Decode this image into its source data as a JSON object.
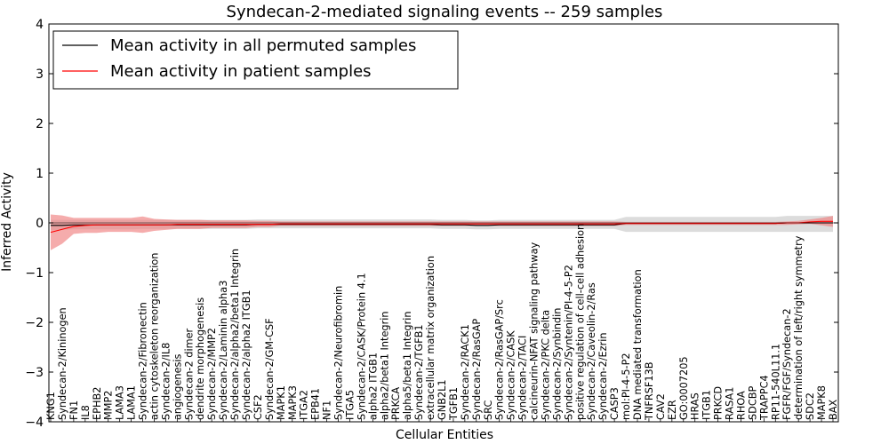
{
  "chart_data": {
    "type": "line",
    "title": "Syndecan-2-mediated signaling events -- 259 samples",
    "xlabel": "Cellular Entities",
    "ylabel": "Inferred Activity",
    "ylim": [
      -4,
      4
    ],
    "yticks": [
      "−4",
      "−3",
      "−2",
      "−1",
      "0",
      "1",
      "2",
      "3",
      "4"
    ],
    "grid": false,
    "legend_position": "top-left",
    "categories": [
      "KNG1",
      "Syndecan-2/Kininogen",
      "FN1",
      "IL8",
      "EPHB2",
      "MMP2",
      "LAMA3",
      "LAMA1",
      "Syndecan-2/Fibronectin",
      "actin cytoskeleton reorganization",
      "Syndecan-2/IL8",
      "angiogenesis",
      "Syndecan-2 dimer",
      "dendrite morphogenesis",
      "Syndecan-2/MMP2",
      "Syndecan-2/Laminin alpha3",
      "Syndecan-2/alpha2/beta1 Integrin",
      "Syndecan-2/alpha2 ITGB1",
      "CSF2",
      "Syndecan-2/GM-CSF",
      "MAPK1",
      "MAPK3",
      "ITGA2",
      "EPB41",
      "NF1",
      "Syndecan-2/Neurofibromin",
      "ITGA5",
      "Syndecan-2/CASK/Protein 4.1",
      "alpha2 ITGB1",
      "alpha2/beta1 Integrin",
      "PRKCA",
      "alpha5/beta1 Integrin",
      "Syndecan-2/TGFB1",
      "extracellular matrix organization",
      "GNB2L1",
      "TGFB1",
      "Syndecan-2/RACK1",
      "Syndecan-2/RasGAP",
      "SRC",
      "Syndecan-2/RasGAP/Src",
      "Syndecan-2/CASK",
      "Syndecan-2/TACI",
      "calcineurin-NFAT signaling pathway",
      "Syndecan-2/PKC delta",
      "Syndecan-2/Synbindin",
      "Syndecan-2/Syntenin/PI-4-5-P2",
      "positive regulation of cell-cell adhesion",
      "Syndecan-2/Caveolin-2/Ras",
      "Syndecan-2/Ezrin",
      "CASP3",
      "mol:PI-4-5-P2",
      "DNA mediated transformation",
      "TNFRSF13B",
      "CAV2",
      "EZR",
      "GO:0007205",
      "HRAS",
      "ITGB1",
      "PRKCD",
      "RASA1",
      "RHOA",
      "SDCBP",
      "TRAPPC4",
      "RP11-540L11.1",
      "FGFR/FGF/Syndecan-2",
      "determination of left/right symmetry",
      "SDC2",
      "MAPK8",
      "BAX"
    ],
    "series": [
      {
        "name": "Mean activity in all permuted samples",
        "color": "#000000",
        "values": [
          -0.05,
          -0.05,
          -0.04,
          -0.04,
          -0.04,
          -0.04,
          -0.04,
          -0.04,
          -0.04,
          -0.04,
          -0.04,
          -0.04,
          -0.04,
          -0.04,
          -0.04,
          -0.04,
          -0.04,
          -0.04,
          -0.03,
          -0.03,
          -0.03,
          -0.03,
          -0.03,
          -0.03,
          -0.03,
          -0.03,
          -0.03,
          -0.03,
          -0.03,
          -0.03,
          -0.03,
          -0.03,
          -0.03,
          -0.03,
          -0.04,
          -0.04,
          -0.04,
          -0.05,
          -0.05,
          -0.04,
          -0.04,
          -0.04,
          -0.04,
          -0.04,
          -0.04,
          -0.04,
          -0.04,
          -0.04,
          -0.04,
          -0.04,
          -0.01,
          -0.01,
          -0.01,
          -0.01,
          -0.01,
          -0.01,
          -0.01,
          -0.01,
          -0.01,
          -0.01,
          -0.01,
          -0.01,
          -0.01,
          -0.01,
          0.0,
          0.0,
          0.0,
          0.0,
          0.0
        ],
        "band_lower": [
          -0.15,
          -0.14,
          -0.13,
          -0.13,
          -0.13,
          -0.13,
          -0.13,
          -0.13,
          -0.12,
          -0.12,
          -0.12,
          -0.12,
          -0.12,
          -0.12,
          -0.12,
          -0.12,
          -0.12,
          -0.12,
          -0.11,
          -0.11,
          -0.11,
          -0.11,
          -0.11,
          -0.11,
          -0.11,
          -0.11,
          -0.11,
          -0.11,
          -0.11,
          -0.11,
          -0.11,
          -0.11,
          -0.11,
          -0.11,
          -0.12,
          -0.12,
          -0.12,
          -0.13,
          -0.13,
          -0.12,
          -0.12,
          -0.12,
          -0.12,
          -0.12,
          -0.12,
          -0.12,
          -0.12,
          -0.12,
          -0.12,
          -0.12,
          -0.18,
          -0.18,
          -0.18,
          -0.18,
          -0.18,
          -0.18,
          -0.18,
          -0.18,
          -0.18,
          -0.18,
          -0.18,
          -0.18,
          -0.18,
          -0.18,
          -0.18,
          -0.18,
          -0.18,
          -0.18,
          -0.18
        ],
        "band_upper": [
          0.06,
          0.06,
          0.06,
          0.06,
          0.06,
          0.06,
          0.06,
          0.06,
          0.06,
          0.06,
          0.06,
          0.06,
          0.06,
          0.06,
          0.06,
          0.06,
          0.06,
          0.06,
          0.07,
          0.07,
          0.07,
          0.07,
          0.07,
          0.07,
          0.07,
          0.07,
          0.07,
          0.07,
          0.07,
          0.07,
          0.07,
          0.07,
          0.07,
          0.07,
          0.06,
          0.06,
          0.06,
          0.05,
          0.05,
          0.06,
          0.06,
          0.06,
          0.06,
          0.06,
          0.06,
          0.06,
          0.06,
          0.06,
          0.06,
          0.06,
          0.12,
          0.12,
          0.12,
          0.12,
          0.12,
          0.12,
          0.12,
          0.12,
          0.12,
          0.12,
          0.12,
          0.12,
          0.12,
          0.12,
          0.14,
          0.14,
          0.14,
          0.14,
          0.14
        ]
      },
      {
        "name": "Mean activity in patient samples",
        "color": "#ff0000",
        "values": [
          -0.19,
          -0.13,
          -0.07,
          -0.05,
          -0.04,
          -0.04,
          -0.04,
          -0.04,
          -0.04,
          -0.04,
          -0.04,
          -0.03,
          -0.03,
          -0.03,
          -0.03,
          -0.03,
          -0.03,
          -0.03,
          -0.03,
          -0.03,
          -0.02,
          -0.02,
          -0.02,
          -0.02,
          -0.02,
          -0.02,
          -0.02,
          -0.02,
          -0.02,
          -0.02,
          -0.02,
          -0.02,
          -0.02,
          -0.02,
          -0.02,
          -0.02,
          -0.02,
          -0.02,
          -0.02,
          -0.02,
          -0.02,
          -0.02,
          -0.02,
          -0.02,
          -0.02,
          -0.02,
          -0.02,
          -0.02,
          -0.02,
          -0.02,
          -0.01,
          -0.01,
          -0.01,
          -0.01,
          -0.01,
          -0.01,
          -0.01,
          -0.01,
          -0.01,
          -0.01,
          -0.01,
          -0.01,
          -0.01,
          -0.01,
          0.0,
          0.0,
          0.02,
          0.03,
          0.03
        ],
        "band_lower": [
          -0.55,
          -0.42,
          -0.22,
          -0.2,
          -0.2,
          -0.18,
          -0.18,
          -0.18,
          -0.2,
          -0.16,
          -0.14,
          -0.12,
          -0.12,
          -0.12,
          -0.1,
          -0.1,
          -0.1,
          -0.1,
          -0.08,
          -0.08,
          -0.06,
          -0.06,
          -0.06,
          -0.06,
          -0.06,
          -0.06,
          -0.06,
          -0.06,
          -0.06,
          -0.06,
          -0.06,
          -0.06,
          -0.06,
          -0.06,
          -0.06,
          -0.06,
          -0.06,
          -0.06,
          -0.06,
          -0.06,
          -0.06,
          -0.06,
          -0.06,
          -0.06,
          -0.06,
          -0.06,
          -0.06,
          -0.06,
          -0.06,
          -0.06,
          -0.04,
          -0.04,
          -0.04,
          -0.04,
          -0.04,
          -0.04,
          -0.04,
          -0.04,
          -0.04,
          -0.04,
          -0.04,
          -0.04,
          -0.04,
          -0.04,
          -0.04,
          -0.03,
          -0.02,
          -0.05,
          -0.08
        ],
        "band_upper": [
          0.17,
          0.15,
          0.1,
          0.1,
          0.1,
          0.1,
          0.1,
          0.1,
          0.13,
          0.08,
          0.07,
          0.06,
          0.06,
          0.06,
          0.05,
          0.05,
          0.05,
          0.05,
          0.04,
          0.04,
          0.03,
          0.03,
          0.03,
          0.03,
          0.03,
          0.03,
          0.03,
          0.03,
          0.03,
          0.03,
          0.03,
          0.03,
          0.03,
          0.03,
          0.03,
          0.03,
          0.03,
          0.03,
          0.03,
          0.03,
          0.03,
          0.03,
          0.03,
          0.03,
          0.03,
          0.03,
          0.03,
          0.03,
          0.03,
          0.03,
          0.02,
          0.02,
          0.02,
          0.02,
          0.02,
          0.02,
          0.02,
          0.02,
          0.02,
          0.02,
          0.02,
          0.02,
          0.02,
          0.02,
          0.03,
          0.04,
          0.07,
          0.1,
          0.14
        ]
      }
    ],
    "band_colors": {
      "permuted": "#bfbfbf",
      "patient": "#f08080"
    }
  }
}
